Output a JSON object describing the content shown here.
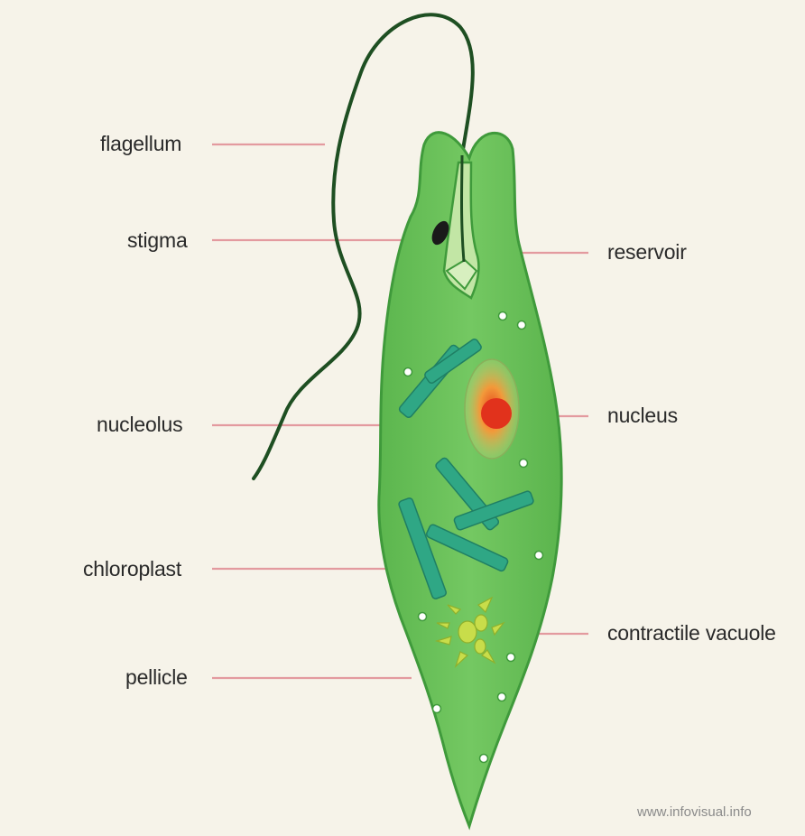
{
  "labels": {
    "flagellum": "flagellum",
    "stigma": "stigma",
    "reservoir": "reservoir",
    "nucleolus": "nucleolus",
    "nucleus": "nucleus",
    "chloroplast": "chloroplast",
    "contractile_vacuole": "contractile vacuole",
    "pellicle": "pellicle"
  },
  "watermark": "www.infovisual.info",
  "colors": {
    "background": "#f6f3e9",
    "cell_body": "#6cc25a",
    "cell_outline": "#3f9a3b",
    "chloroplast": "#2fa785",
    "nucleus_core": "#e1321c",
    "nucleus_halo": "#f1b24a",
    "leader_line": "#e39a9f",
    "flagellum": "#1e4f22"
  }
}
